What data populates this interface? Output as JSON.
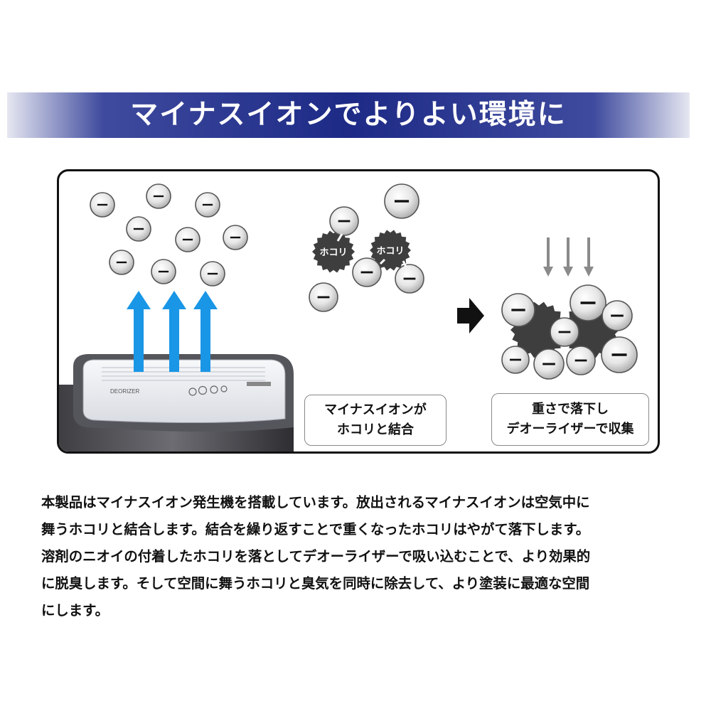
{
  "banner": {
    "title": "マイナスイオンでよりよい環境に"
  },
  "diagram": {
    "ion_symbol": "ー",
    "dust_label": "ホコリ",
    "captions": {
      "combine": [
        "マイナスイオンが",
        "ホコリと結合"
      ],
      "collect": [
        "重さで落下し",
        "デオーライザーで収集"
      ]
    },
    "device": {
      "brand_label": "DEORIZER"
    },
    "colors": {
      "arrow_up": "#1996e6",
      "arrow_down": "#8a8a8a",
      "dust": "#3e3e3e",
      "ion_fill": "#d8d8d8"
    }
  },
  "description": {
    "lines": [
      "本製品はマイナスイオン発生機を搭載しています。放出されるマイナスイオンは空気中に",
      "舞うホコリと結合します。結合を繰り返すことで重くなったホコリはやがて落下します。",
      "溶剤のニオイの付着したホコリを落としてデオーライザーで吸い込むことで、より効果的",
      "に脱臭します。そして空間に舞うホコリと臭気を同時に除去して、より塗装に最適な空間",
      "にします。"
    ]
  }
}
